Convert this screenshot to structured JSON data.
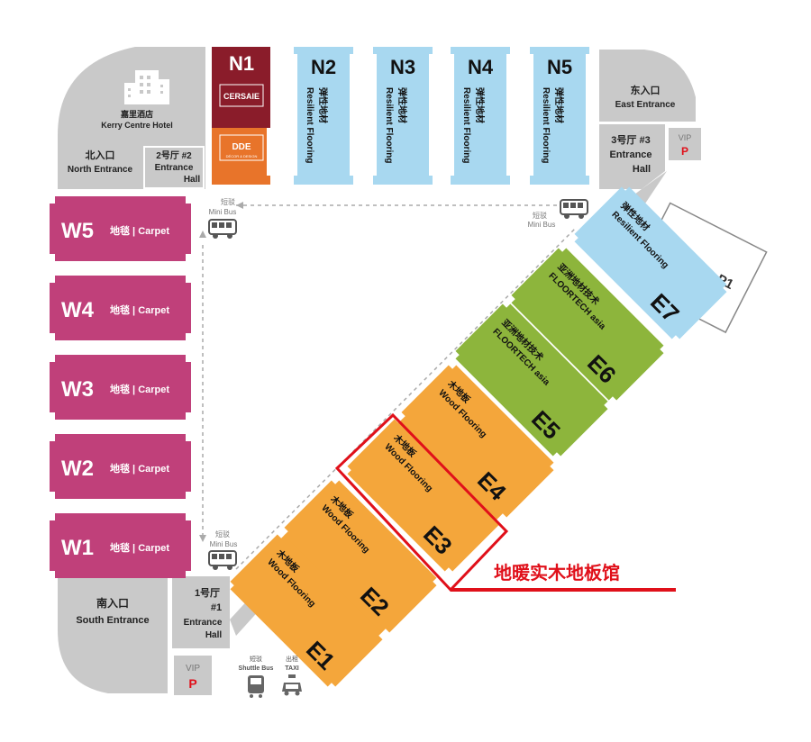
{
  "colors": {
    "gray": "#c9c9c9",
    "blue": "#a8d8f0",
    "magenta": "#c0407a",
    "orange": "#f4a63b",
    "green": "#8db53c",
    "n1_red": "#8a1c2a",
    "n1_orange": "#e8742a",
    "vip_red": "#e0101a",
    "highlight": "#e0101a",
    "dash": "#aaaaaa"
  },
  "north": {
    "n1": "N1",
    "n1_brand1": "CERSAIE",
    "n1_brand2": "DDE",
    "n1_brand2_sub": "DÉCOR & DESIGN",
    "halls": [
      {
        "id": "N2",
        "cn": "弹性地材",
        "en": "Resilient Flooring"
      },
      {
        "id": "N3",
        "cn": "弹性地材",
        "en": "Resilient Flooring"
      },
      {
        "id": "N4",
        "cn": "弹性地材",
        "en": "Resilient Flooring"
      },
      {
        "id": "N5",
        "cn": "弹性地材",
        "en": "Resilient Flooring"
      }
    ]
  },
  "west": {
    "halls": [
      {
        "id": "W5",
        "label": "地毯 | Carpet"
      },
      {
        "id": "W4",
        "label": "地毯 | Carpet"
      },
      {
        "id": "W3",
        "label": "地毯 | Carpet"
      },
      {
        "id": "W2",
        "label": "地毯 | Carpet"
      },
      {
        "id": "W1",
        "label": "地毯 | Carpet"
      }
    ]
  },
  "east": {
    "halls": [
      {
        "id": "E1",
        "cn": "木地板",
        "en": "Wood Flooring",
        "color": "orange"
      },
      {
        "id": "E2",
        "cn": "木地板",
        "en": "Wood Flooring",
        "color": "orange"
      },
      {
        "id": "E3",
        "cn": "木地板",
        "en": "Wood Flooring",
        "color": "orange"
      },
      {
        "id": "E4",
        "cn": "木地板",
        "en": "Wood Flooring",
        "color": "orange"
      },
      {
        "id": "E5",
        "cn": "亚洲地材技术",
        "en": "FLOORTECH asia",
        "color": "green"
      },
      {
        "id": "E6",
        "cn": "亚洲地材技术",
        "en": "FLOORTECH asia",
        "color": "green"
      },
      {
        "id": "E7",
        "cn": "弹性地材",
        "en": "Resilient Flooring",
        "color": "blue"
      }
    ],
    "p1": "P1"
  },
  "places": {
    "hotel_cn": "嘉里酒店",
    "hotel_en": "Kerry Centre Hotel",
    "north_cn": "北入口",
    "north_en": "North Entrance",
    "hall2_line1": "2号厅 #2",
    "hall2_line2": "Entrance",
    "hall2_line3": "Hall",
    "east_cn": "东入口",
    "east_en": "East Entrance",
    "hall3_line1": "3号厅 #3",
    "hall3_line2": "Entrance",
    "hall3_line3": "Hall",
    "south_cn": "南入口",
    "south_en": "South Entrance",
    "hall1_line1": "1号厅",
    "hall1_line2": "#1",
    "hall1_line3": "Entrance",
    "hall1_line4": "Hall",
    "vip": "VIP",
    "parking": "P"
  },
  "transport": {
    "minibus_cn": "短驳",
    "minibus_en": "Mini Bus",
    "shuttle_cn": "短驳",
    "shuttle_en": "Shuttle Bus",
    "taxi_cn": "出租",
    "taxi_en": "TAXI"
  },
  "highlight_label": "地暖实木地板馆"
}
